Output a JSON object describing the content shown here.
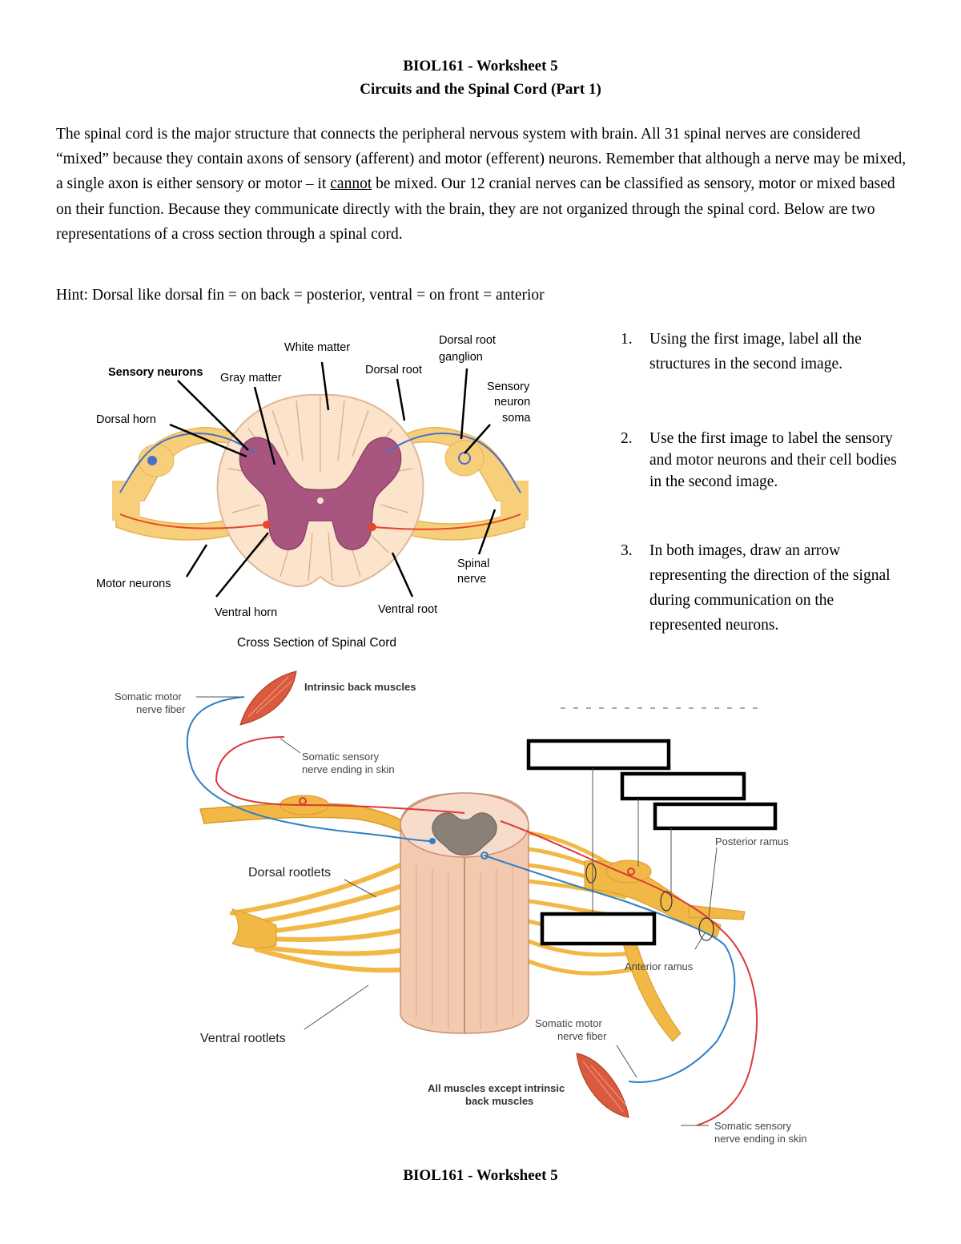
{
  "header": {
    "title_line1": "BIOL161 - Worksheet 5",
    "title_line2": "Circuits and the Spinal Cord (Part 1)"
  },
  "intro": {
    "part1": "The spinal cord is the major structure that connects the peripheral nervous system with brain.  All 31 spinal nerves are considered “mixed” because they contain axons of sensory (afferent) and motor (efferent) neurons.  Remember that although a nerve may be mixed, a single axon is either sensory or motor – it ",
    "emphasis": "cannot",
    "part2": " be mixed.  Our 12 cranial nerves can be classified as sensory, motor or mixed based on their function.  Because they communicate directly with the brain, they are not organized through the spinal cord.  Below are two representations of a cross section through a spinal cord."
  },
  "hint": "Hint: Dorsal like dorsal fin = on back = posterior, ventral = on front = anterior",
  "questions": [
    {
      "number": "1.",
      "text": "Using the first image, label all the structures in the second image."
    },
    {
      "number": "2.",
      "text": "Use the first image to label the sensory and motor neurons and their cell bodies in the second image."
    },
    {
      "number": "3.",
      "text": "In both images, draw an arrow representing the direction of the signal during communication on the represented neurons."
    }
  ],
  "figure1": {
    "labels": {
      "white_matter": "White matter",
      "dorsal_root_ganglion_1": "Dorsal root",
      "dorsal_root_ganglion_2": "ganglion",
      "sensory_neurons": "Sensory neurons",
      "gray_matter": "Gray matter",
      "dorsal_root": "Dorsal root",
      "sensory_neuron_soma_1": "Sensory",
      "sensory_neuron_soma_2": "neuron",
      "sensory_neuron_soma_3": "soma",
      "dorsal_horn": "Dorsal horn",
      "spinal_nerve_1": "Spinal",
      "spinal_nerve_2": "nerve",
      "motor_neurons": "Motor neurons",
      "ventral_horn": "Ventral horn",
      "ventral_root": "Ventral root",
      "caption": "Cross Section of Spinal Cord"
    },
    "colors": {
      "nerve": "#f7cf7a",
      "white_matter": "#fbe3cc",
      "gray_matter": "#a8567f",
      "sensory_axon": "#4a6fc8",
      "motor_axon": "#e8452a"
    }
  },
  "figure2": {
    "labels": {
      "somatic_motor_top_1": "Somatic motor",
      "somatic_motor_top_2": "nerve fiber",
      "intrinsic_back_muscles": "Intrinsic back muscles",
      "somatic_sensory_top_1": "Somatic sensory",
      "somatic_sensory_top_2": "nerve ending in skin",
      "posterior_ramus": "Posterior ramus",
      "dorsal_rootlets": "Dorsal rootlets",
      "anterior_ramus": "Anterior ramus",
      "ventral_rootlets": "Ventral rootlets",
      "somatic_motor_bottom_1": "Somatic motor",
      "somatic_motor_bottom_2": "nerve fiber",
      "all_muscles_1": "All muscles except intrinsic",
      "all_muscles_2": "back muscles",
      "somatic_sensory_bottom_1": "Somatic sensory",
      "somatic_sensory_bottom_2": "nerve ending in skin"
    },
    "colors": {
      "nerve": "#f2b845",
      "cord": "#f3c9b0",
      "muscle": "#d95a3c",
      "motor_fiber": "#2f7fc4",
      "sensory_fiber": "#d93a3a"
    }
  },
  "footer": "BIOL161 - Worksheet 5"
}
